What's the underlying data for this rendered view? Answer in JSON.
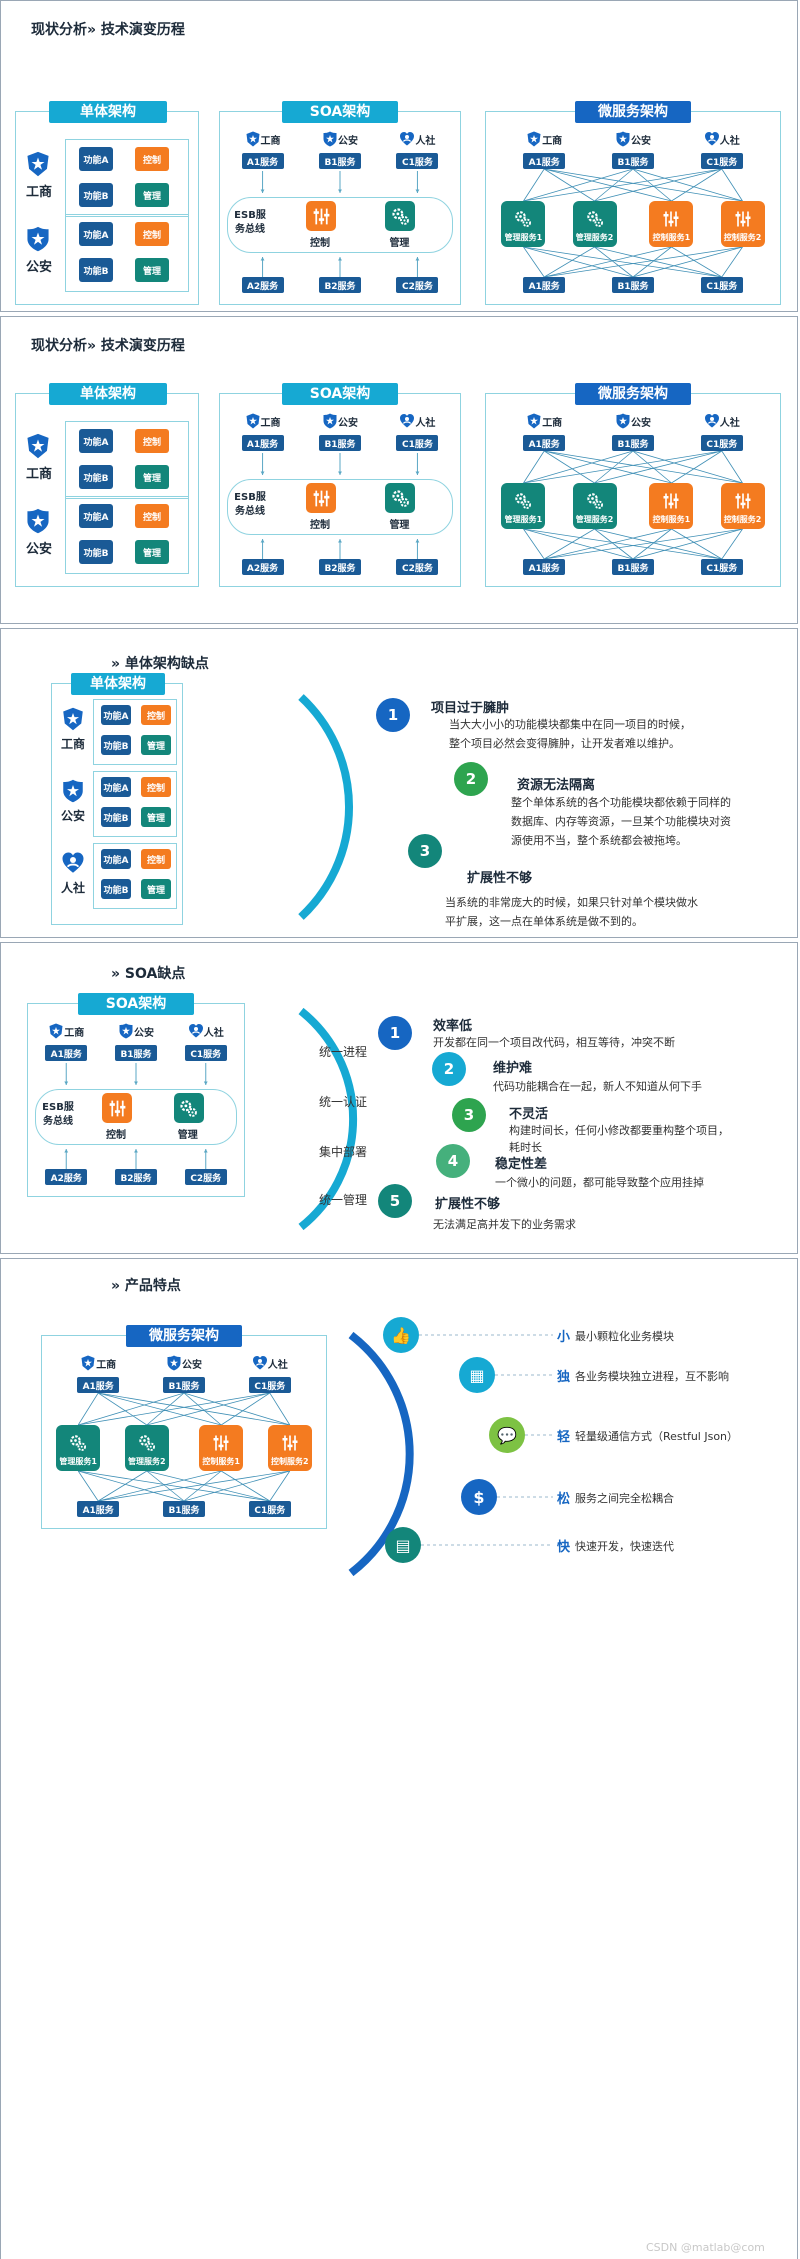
{
  "watermark": "CSDN @matlab@com",
  "common": {
    "func_a": "功能A",
    "func_b": "功能B",
    "control": "控制",
    "manage": "管理",
    "esb": "ESB服务总线",
    "gs": "工商",
    "ga": "公安",
    "rs": "人社",
    "a1": "A1服务",
    "b1": "B1服务",
    "c1": "C1服务",
    "a2": "A2服务",
    "b2": "B2服务",
    "c2": "C2服务",
    "ms_manage1": "管理服务1",
    "ms_manage2": "管理服务2",
    "ms_ctrl1": "控制服务1",
    "ms_ctrl2": "控制服务2"
  },
  "slide1": {
    "title": "现状分析» 技术演变历程",
    "mono_header": "单体架构",
    "soa_header": "SOA架构",
    "micro_header": "微服务架构"
  },
  "slide2": {
    "title": "现状分析» 技术演变历程",
    "mono_header": "单体架构",
    "soa_header": "SOA架构",
    "micro_header": "微服务架构"
  },
  "slide3": {
    "title": "» 单体架构缺点",
    "header": "单体架构",
    "points": [
      {
        "num": "1",
        "title": "项目过于臃肿",
        "desc": [
          "当大大小小的功能模块都集中在同一项目的时候，",
          "整个项目必然会变得臃肿，让开发者难以维护。"
        ]
      },
      {
        "num": "2",
        "title": "资源无法隔离",
        "desc": [
          "整个单体系统的各个功能模块都依赖于同样的",
          "数据库、内存等资源，一旦某个功能模块对资",
          "源使用不当，整个系统都会被拖垮。"
        ]
      },
      {
        "num": "3",
        "title": "扩展性不够",
        "desc": [
          "当系统的非常庞大的时候，如果只针对单个模块做水",
          "平扩展，这一点在单体系统是做不到的。"
        ]
      }
    ]
  },
  "slide4": {
    "title": "» SOA缺点",
    "header": "SOA架构",
    "center_labels": [
      "统一进程",
      "统一认证",
      "集中部署",
      "统一管理"
    ],
    "points": [
      {
        "num": "1",
        "title": "效率低",
        "desc": [
          "开发都在同一个项目改代码，相互等待，冲突不断"
        ]
      },
      {
        "num": "2",
        "title": "维护难",
        "desc": [
          "代码功能耦合在一起，新人不知道从何下手"
        ]
      },
      {
        "num": "3",
        "title": "不灵活",
        "desc": [
          "构建时间长，任何小修改都要重构整个项目，",
          "耗时长"
        ]
      },
      {
        "num": "4",
        "title": "稳定性差",
        "desc": [
          "一个微小的问题，都可能导致整个应用挂掉"
        ]
      },
      {
        "num": "5",
        "title": "扩展性不够",
        "desc": [
          "无法满足高并发下的业务需求"
        ]
      }
    ]
  },
  "slide5": {
    "title": "» 产品特点",
    "header": "微服务架构",
    "features": [
      {
        "key": "小",
        "desc": "最小颗粒化业务模块",
        "icon": "thumbs-up-icon"
      },
      {
        "key": "独",
        "desc": "各业务模块独立进程，互不影响",
        "icon": "building-icon"
      },
      {
        "key": "轻",
        "desc": "轻量级通信方式（Restful Json）",
        "icon": "chat-icon"
      },
      {
        "key": "松",
        "desc": "服务之间完全松耦合",
        "icon": "money-icon"
      },
      {
        "key": "快",
        "desc": "快速开发，快速迭代",
        "icon": "server-icon"
      }
    ]
  },
  "colors": {
    "teal_header": "#16a9d3",
    "blue_header": "#1666c2",
    "navy": "#1a5a96",
    "orange": "#f47b20",
    "teal": "#13867a"
  }
}
